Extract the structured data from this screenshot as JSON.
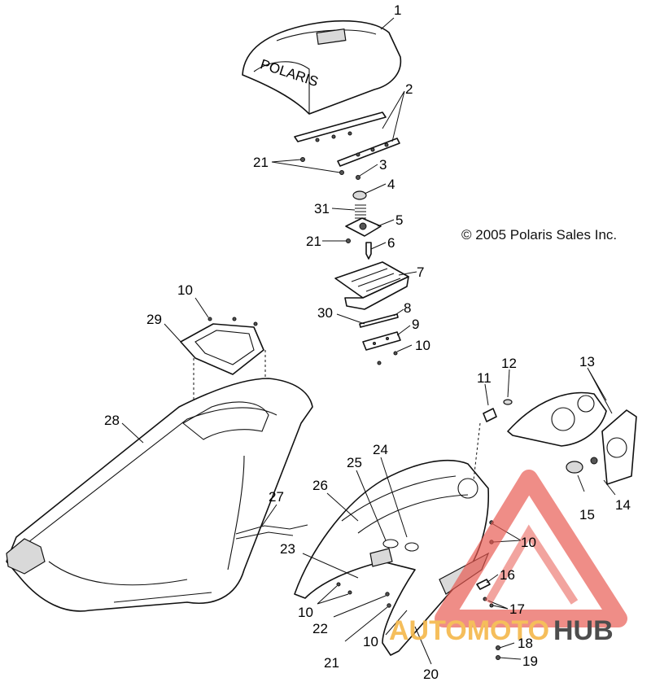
{
  "copyright": "© 2005 Polaris Sales Inc.",
  "hood_brand": "POLARIS",
  "watermark": {
    "part1": "AUTOMOTO",
    "part2": "HUB",
    "color_orange": "#f5b74a",
    "color_red": "#e8574f",
    "color_dark": "#3a3a3a"
  },
  "callouts": [
    {
      "label": "1"
    },
    {
      "label": "2"
    },
    {
      "label": "21"
    },
    {
      "label": "3"
    },
    {
      "label": "4"
    },
    {
      "label": "31"
    },
    {
      "label": "5"
    },
    {
      "label": "21"
    },
    {
      "label": "6"
    },
    {
      "label": "7"
    },
    {
      "label": "30"
    },
    {
      "label": "8"
    },
    {
      "label": "9"
    },
    {
      "label": "10"
    },
    {
      "label": "10"
    },
    {
      "label": "29"
    },
    {
      "label": "28"
    },
    {
      "label": "27"
    },
    {
      "label": "26"
    },
    {
      "label": "25"
    },
    {
      "label": "24"
    },
    {
      "label": "23"
    },
    {
      "label": "11"
    },
    {
      "label": "12"
    },
    {
      "label": "13"
    },
    {
      "label": "14"
    },
    {
      "label": "15"
    },
    {
      "label": "10"
    },
    {
      "label": "16"
    },
    {
      "label": "17"
    },
    {
      "label": "10"
    },
    {
      "label": "22"
    },
    {
      "label": "21"
    },
    {
      "label": "10"
    },
    {
      "label": "18"
    },
    {
      "label": "19"
    },
    {
      "label": "20"
    }
  ]
}
